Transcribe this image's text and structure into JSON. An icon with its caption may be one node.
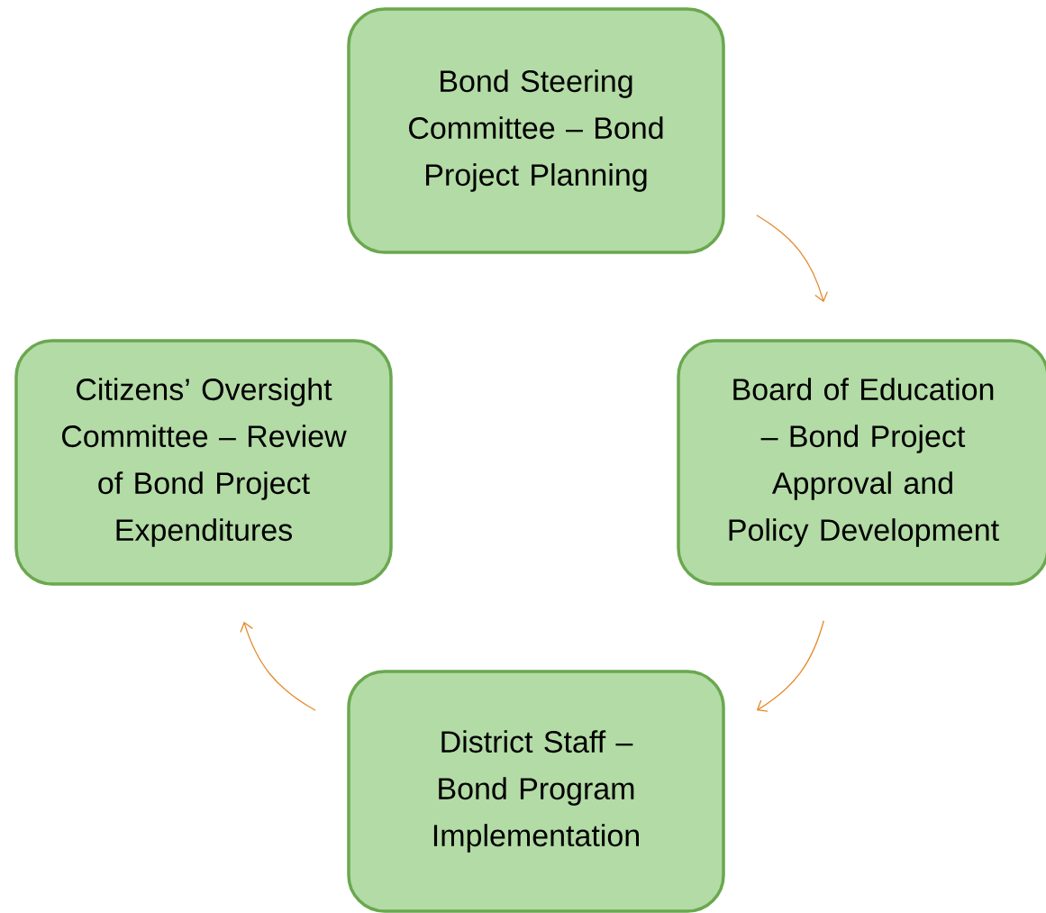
{
  "diagram": {
    "nodes": [
      {
        "text": [
          "Bond Steering Committee – Bond Project Planning"
        ]
      },
      {
        "text": [
          "Board of Education – Bond Project Approval and Policy Development"
        ]
      },
      {
        "text": [
          "District Staff – Bond Program Implementation"
        ]
      },
      {
        "text": [
          "Citizens’ Oversight Committee – Review of Bond Project Expenditures"
        ]
      }
    ],
    "edges": [
      {
        "from": 0,
        "to": 1,
        "arrow": "to"
      },
      {
        "from": 1,
        "to": 2,
        "arrow": "to"
      },
      {
        "from": 2,
        "to": 3,
        "arrow": "to"
      }
    ]
  }
}
